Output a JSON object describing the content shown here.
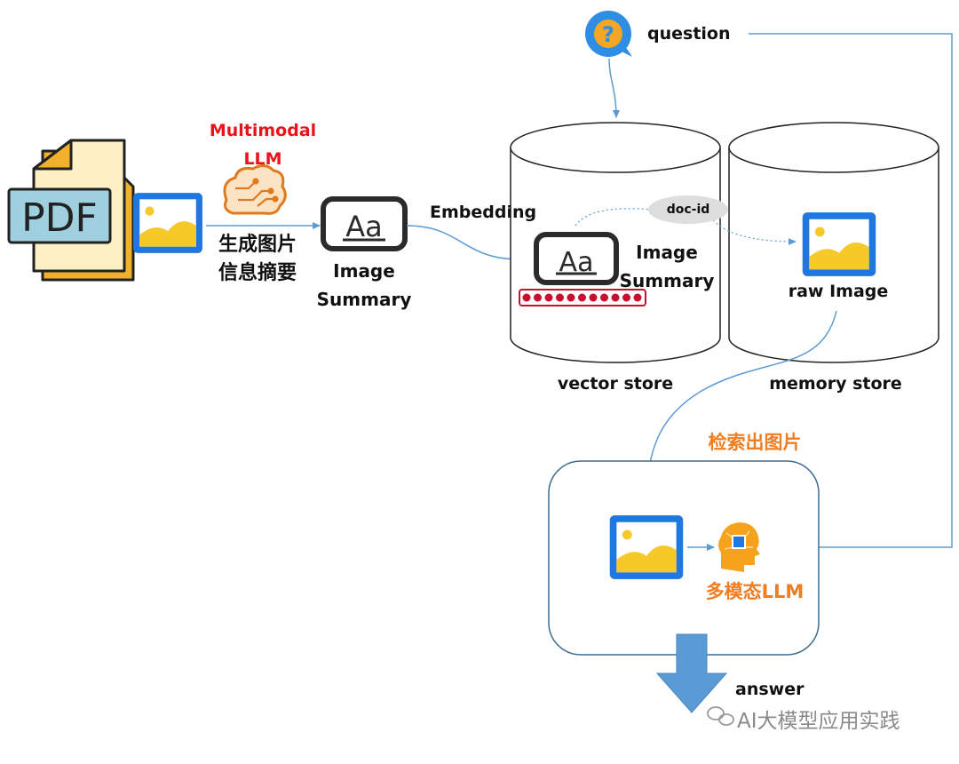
{
  "pdf": {
    "text": "PDF"
  },
  "multimodal_llm": {
    "line1": "Multimodal",
    "line2": "LLM",
    "color": "#e8141c"
  },
  "generate_summary": {
    "line1": "生成图片",
    "line2": "信息摘要"
  },
  "image_summary": {
    "line1": "Image",
    "line2": "Summary"
  },
  "embedding": {
    "label": "Embedding"
  },
  "doc_id": {
    "label": "doc-id"
  },
  "question": {
    "label": "question"
  },
  "vector_store": {
    "label": "vector store",
    "summary_line1": "Image",
    "summary_line2": "Summary",
    "vector_dot_count": 11
  },
  "memory_store": {
    "label": "memory store",
    "raw_image": "raw Image"
  },
  "retrieve_image": {
    "label": "检索出图片",
    "color": "#ef7d22"
  },
  "multimodal_llm_cn": {
    "label": "多模态LLM",
    "color": "#ef7d22"
  },
  "answer": {
    "label": "answer"
  },
  "watermark": {
    "text": "AI大模型应用实践"
  },
  "colors": {
    "arrow": "#5b9bd5",
    "image_frame": "#1f78e0",
    "image_sun": "#f7c928",
    "outline": "#2b2b2b",
    "answer_arrow": "#5b9bd5",
    "group_border": "#3e6c8f",
    "doc_id_bg": "#dedede"
  }
}
